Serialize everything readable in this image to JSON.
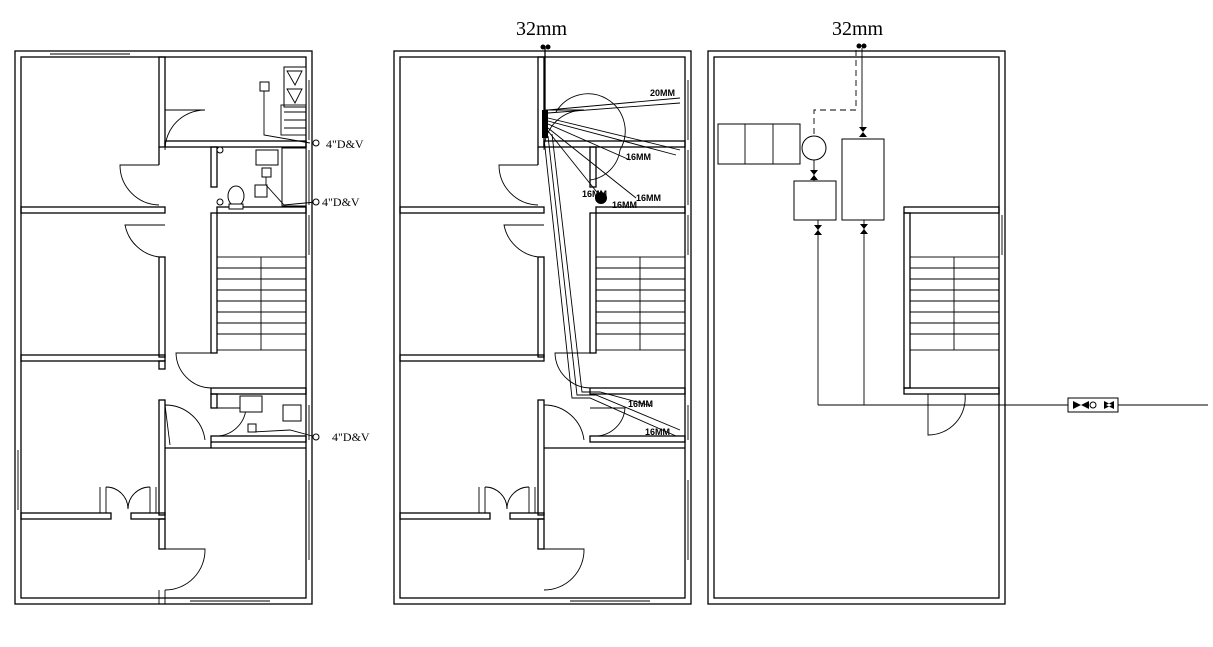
{
  "plans": {
    "drainage": {
      "labels": [
        "4\"D&V",
        "4\"D&V",
        "4\"D&V"
      ]
    },
    "distribution": {
      "main_size": "32mm",
      "pipe_labels": [
        "20MM",
        "16MM",
        "16MM",
        "16MM",
        "16MM",
        "16MM",
        "16MM"
      ]
    },
    "supply": {
      "main_size": "32mm"
    }
  }
}
